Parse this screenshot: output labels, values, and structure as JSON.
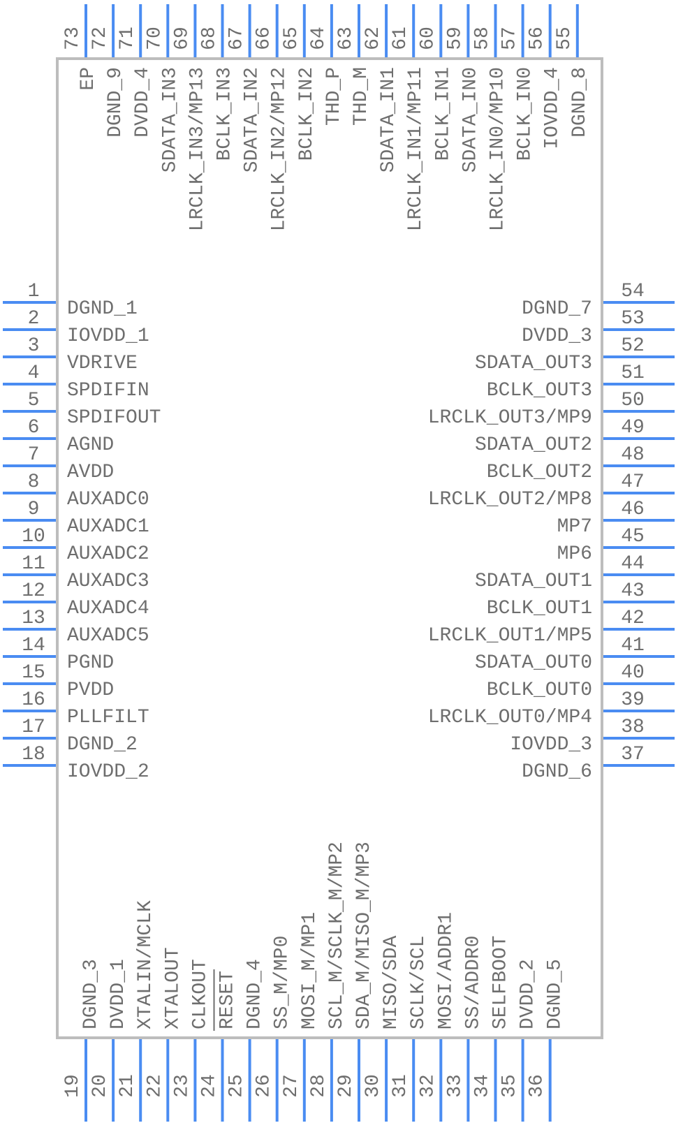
{
  "component": {
    "type": "IC schematic symbol",
    "colors": {
      "pin": "#4a8cf2",
      "body_outline": "#bdbdbd",
      "text": "#6e6e6e",
      "background": "#ffffff"
    },
    "top_pins": [
      {
        "number": "73",
        "name": "EP",
        "has_line": false
      },
      {
        "number": "72",
        "name": "DGND_9"
      },
      {
        "number": "71",
        "name": "DVDD_4"
      },
      {
        "number": "70",
        "name": "SDATA_IN3"
      },
      {
        "number": "69",
        "name": "LRCLK_IN3/MP13"
      },
      {
        "number": "68",
        "name": "BCLK_IN3"
      },
      {
        "number": "67",
        "name": "SDATA_IN2"
      },
      {
        "number": "66",
        "name": "LRCLK_IN2/MP12"
      },
      {
        "number": "65",
        "name": "BCLK_IN2"
      },
      {
        "number": "64",
        "name": "THD_P"
      },
      {
        "number": "63",
        "name": "THD_M"
      },
      {
        "number": "62",
        "name": "SDATA_IN1"
      },
      {
        "number": "61",
        "name": "LRCLK_IN1/MP11"
      },
      {
        "number": "60",
        "name": "BCLK_IN1"
      },
      {
        "number": "59",
        "name": "SDATA_IN0"
      },
      {
        "number": "58",
        "name": "LRCLK_IN0/MP10"
      },
      {
        "number": "57",
        "name": "BCLK_IN0"
      },
      {
        "number": "56",
        "name": "IOVDD_4"
      },
      {
        "number": "55",
        "name": "DGND_8"
      }
    ],
    "left_pins": [
      {
        "number": "1",
        "name": "DGND_1"
      },
      {
        "number": "2",
        "name": "IOVDD_1"
      },
      {
        "number": "3",
        "name": "VDRIVE"
      },
      {
        "number": "4",
        "name": "SPDIFIN"
      },
      {
        "number": "5",
        "name": "SPDIFOUT"
      },
      {
        "number": "6",
        "name": "AGND"
      },
      {
        "number": "7",
        "name": "AVDD"
      },
      {
        "number": "8",
        "name": "AUXADC0"
      },
      {
        "number": "9",
        "name": "AUXADC1"
      },
      {
        "number": "10",
        "name": "AUXADC2"
      },
      {
        "number": "11",
        "name": "AUXADC3"
      },
      {
        "number": "12",
        "name": "AUXADC4"
      },
      {
        "number": "13",
        "name": "AUXADC5"
      },
      {
        "number": "14",
        "name": "PGND"
      },
      {
        "number": "15",
        "name": "PVDD"
      },
      {
        "number": "16",
        "name": "PLLFILT"
      },
      {
        "number": "17",
        "name": "DGND_2"
      },
      {
        "number": "18",
        "name": "IOVDD_2"
      }
    ],
    "right_pins": [
      {
        "number": "54",
        "name": "DGND_7"
      },
      {
        "number": "53",
        "name": "DVDD_3"
      },
      {
        "number": "52",
        "name": "SDATA_OUT3"
      },
      {
        "number": "51",
        "name": "BCLK_OUT3"
      },
      {
        "number": "50",
        "name": "LRCLK_OUT3/MP9"
      },
      {
        "number": "49",
        "name": "SDATA_OUT2"
      },
      {
        "number": "48",
        "name": "BCLK_OUT2"
      },
      {
        "number": "47",
        "name": "LRCLK_OUT2/MP8"
      },
      {
        "number": "46",
        "name": "MP7"
      },
      {
        "number": "45",
        "name": "MP6"
      },
      {
        "number": "44",
        "name": "SDATA_OUT1"
      },
      {
        "number": "43",
        "name": "BCLK_OUT1"
      },
      {
        "number": "42",
        "name": "LRCLK_OUT1/MP5"
      },
      {
        "number": "41",
        "name": "SDATA_OUT0"
      },
      {
        "number": "40",
        "name": "BCLK_OUT0"
      },
      {
        "number": "39",
        "name": "LRCLK_OUT0/MP4"
      },
      {
        "number": "38",
        "name": "IOVDD_3"
      },
      {
        "number": "37",
        "name": "DGND_6"
      }
    ],
    "bottom_pins": [
      {
        "number": "19",
        "name": "DGND_3"
      },
      {
        "number": "20",
        "name": "DVDD_1"
      },
      {
        "number": "21",
        "name": "XTALIN/MCLK"
      },
      {
        "number": "22",
        "name": "XTALOUT"
      },
      {
        "number": "23",
        "name": "CLKOUT"
      },
      {
        "number": "24",
        "name": "RESET",
        "active_low": true
      },
      {
        "number": "25",
        "name": "DGND_4"
      },
      {
        "number": "26",
        "name": "SS_M/MP0"
      },
      {
        "number": "27",
        "name": "MOSI_M/MP1"
      },
      {
        "number": "28",
        "name": "SCL_M/SCLK_M/MP2"
      },
      {
        "number": "29",
        "name": "SDA_M/MISO_M/MP3"
      },
      {
        "number": "30",
        "name": "MISO/SDA"
      },
      {
        "number": "31",
        "name": "SCLK/SCL"
      },
      {
        "number": "32",
        "name": "MOSI/ADDR1"
      },
      {
        "number": "33",
        "name": "SS/ADDR0"
      },
      {
        "number": "34",
        "name": "SELFBOOT"
      },
      {
        "number": "35",
        "name": "DVDD_2"
      },
      {
        "number": "36",
        "name": "DGND_5"
      }
    ]
  }
}
